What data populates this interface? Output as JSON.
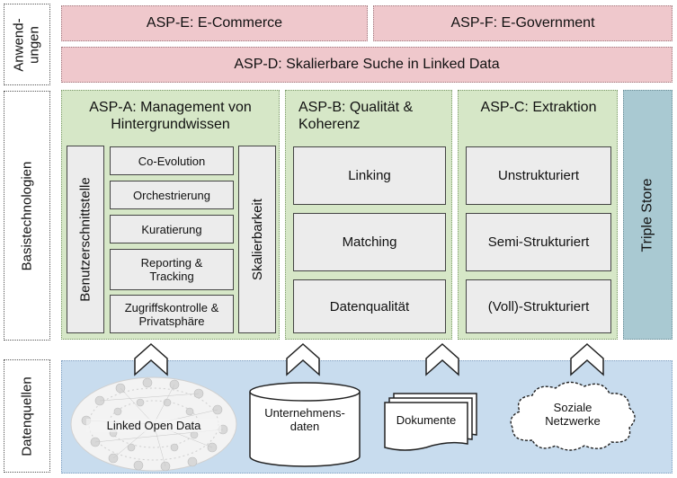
{
  "rows": {
    "anwendungen": "Anwend-\nungen",
    "basistechnologien": "Basistechnologien",
    "datenquellen": "Datenquellen"
  },
  "applications": {
    "asp_e": "ASP-E: E-Commerce",
    "asp_f": "ASP-F: E-Government",
    "asp_d": "ASP-D: Skalierbare Suche in Linked Data"
  },
  "asp_a": {
    "title": "ASP-A: Management von Hintergrundwissen",
    "left_vertical": "Benutzerschnittstelle",
    "right_vertical": "Skalierbarkeit",
    "items": [
      "Co-Evolution",
      "Orchestrierung",
      "Kuratierung",
      "Reporting & Tracking",
      "Zugriffskontrolle & Privatsphäre"
    ]
  },
  "asp_b": {
    "title": "ASP-B: Qualität & Koherenz",
    "items": [
      "Linking",
      "Matching",
      "Datenqualität"
    ]
  },
  "asp_c": {
    "title": "ASP-C: Extraktion",
    "items": [
      "Unstrukturiert",
      "Semi-Strukturiert",
      "(Voll)-Strukturiert"
    ]
  },
  "triple_store": "Triple Store",
  "sources": {
    "lod": "Linked Open Data",
    "company": "Unternehmens-\ndaten",
    "documents": "Dokumente",
    "social": "Soziale\nNetzwerke"
  }
}
